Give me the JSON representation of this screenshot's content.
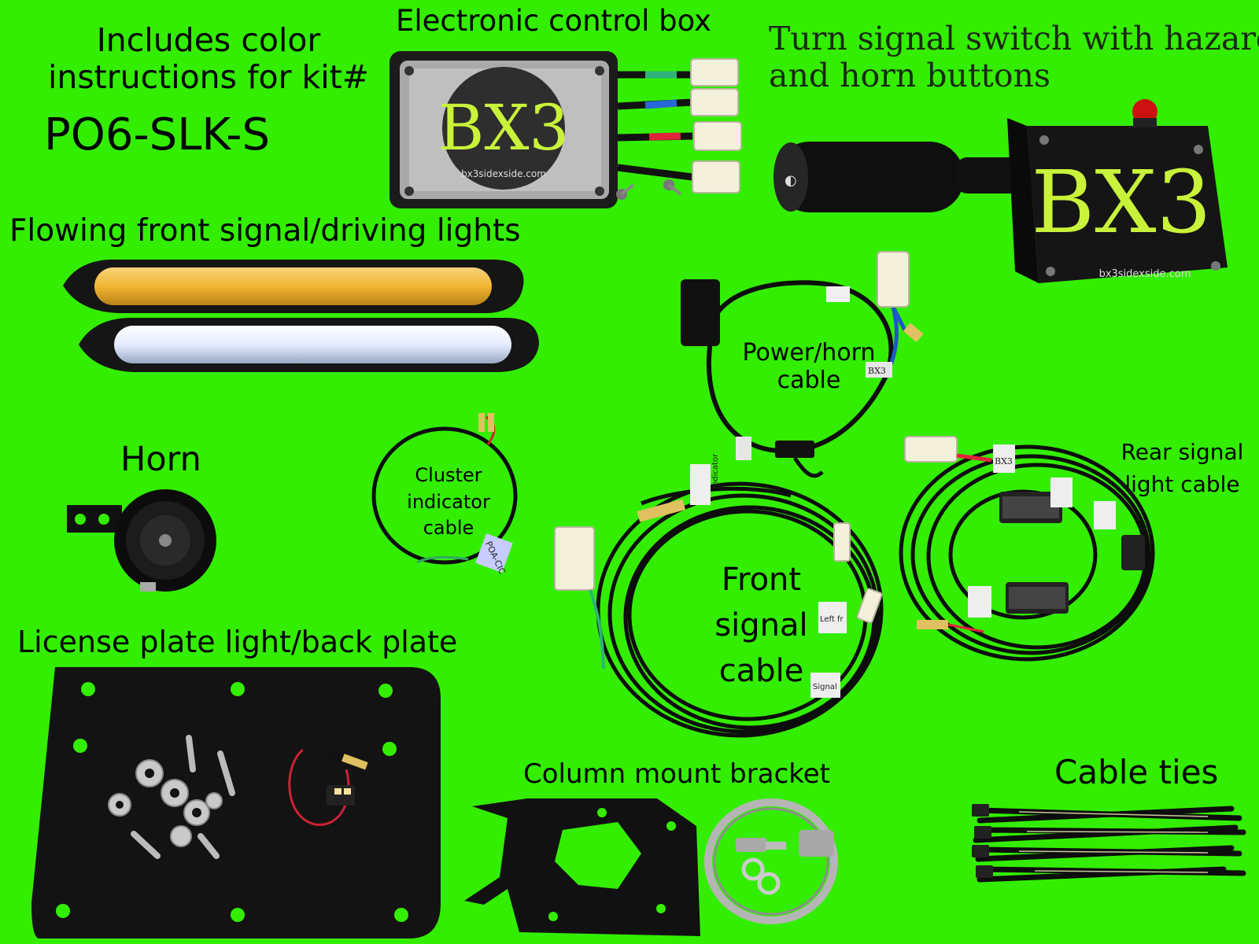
{
  "labels": {
    "kit_intro_line1": "Includes color",
    "kit_intro_line2": "instructions for kit#",
    "kit_number": "PO6-SLK-S",
    "control_box": "Electronic control box",
    "turn_switch_line1": "Turn signal switch with hazard",
    "turn_switch_line2": "and horn buttons",
    "front_lights": "Flowing front signal/driving lights",
    "power_horn_line1": "Power/horn",
    "power_horn_line2": "cable",
    "horn": "Horn",
    "cluster_line1": "Cluster",
    "cluster_line2": "indicator",
    "cluster_line3": "cable",
    "rear_line1": "Rear signal",
    "rear_line2": "light cable",
    "front_cable_line1": "Front",
    "front_cable_line2": "signal",
    "front_cable_line3": "cable",
    "license_plate": "License plate light/back plate",
    "column_bracket": "Column mount bracket",
    "cable_ties": "Cable ties"
  },
  "brand": {
    "box_logo_text": "bx3sidexside.com",
    "switch_logo_text": "bx3sidexside.com",
    "logo_mark": "BX3"
  },
  "cable_tags": {
    "cluster": "POA-CIC",
    "power": "BX3",
    "front_indicator": "Indicator",
    "front_left": "Left fr",
    "front_signal": "Signal",
    "rear": "BX3"
  },
  "colors": {
    "background": "#33ee00",
    "amber_light": "#f2b533",
    "white_light": "#e4ecff",
    "logo_green": "#c9f23a"
  }
}
